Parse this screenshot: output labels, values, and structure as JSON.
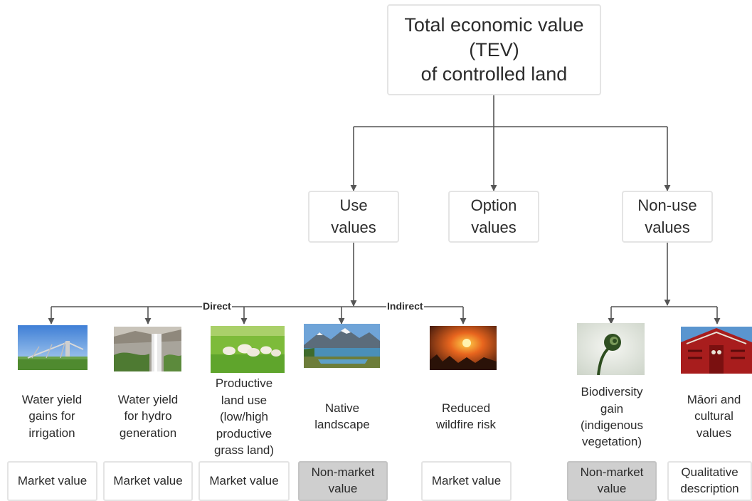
{
  "root": {
    "label_line1": "Total economic value",
    "label_line2": "(TEV)",
    "label_line3": "of controlled land"
  },
  "categories": {
    "use": {
      "line1": "Use",
      "line2": "values"
    },
    "option": {
      "line1": "Option",
      "line2": "values"
    },
    "non_use": {
      "line1": "Non-use",
      "line2": "values"
    }
  },
  "edge_labels": {
    "direct": "Direct",
    "indirect": "Indirect"
  },
  "items": [
    {
      "label_lines": [
        "Water yield",
        "gains for",
        "irrigation"
      ],
      "valuation_lines": [
        "Market value"
      ],
      "non_market": false,
      "image": "irrigation-pivot-photo"
    },
    {
      "label_lines": [
        "Water yield",
        "for hydro",
        "generation"
      ],
      "valuation_lines": [
        "Market value"
      ],
      "non_market": false,
      "image": "hydro-dam-photo"
    },
    {
      "label_lines": [
        "Productive",
        "land use",
        "(low/high",
        "productive",
        "grass land)"
      ],
      "valuation_lines": [
        "Market value"
      ],
      "non_market": false,
      "image": "sheep-pasture-photo"
    },
    {
      "label_lines": [
        "Native",
        "landscape"
      ],
      "valuation_lines": [
        "Non-market",
        "value"
      ],
      "non_market": true,
      "image": "mountain-lake-photo"
    },
    {
      "label_lines": [
        "Reduced",
        "wildfire risk"
      ],
      "valuation_lines": [
        "Market value"
      ],
      "non_market": false,
      "image": "wildfire-photo"
    },
    {
      "label_lines": [
        "Biodiversity",
        "gain",
        "(indigenous",
        "vegetation)"
      ],
      "valuation_lines": [
        "Non-market",
        "value"
      ],
      "non_market": true,
      "image": "fern-frond-photo"
    },
    {
      "label_lines": [
        "Māori and",
        "cultural",
        "values"
      ],
      "valuation_lines": [
        "Qualitative",
        "description"
      ],
      "non_market": false,
      "image": "maori-carving-photo"
    }
  ],
  "colors": {
    "connector": "#555555",
    "box_border": "#e4e4e4",
    "non_market_fill": "#cfcfcf"
  }
}
